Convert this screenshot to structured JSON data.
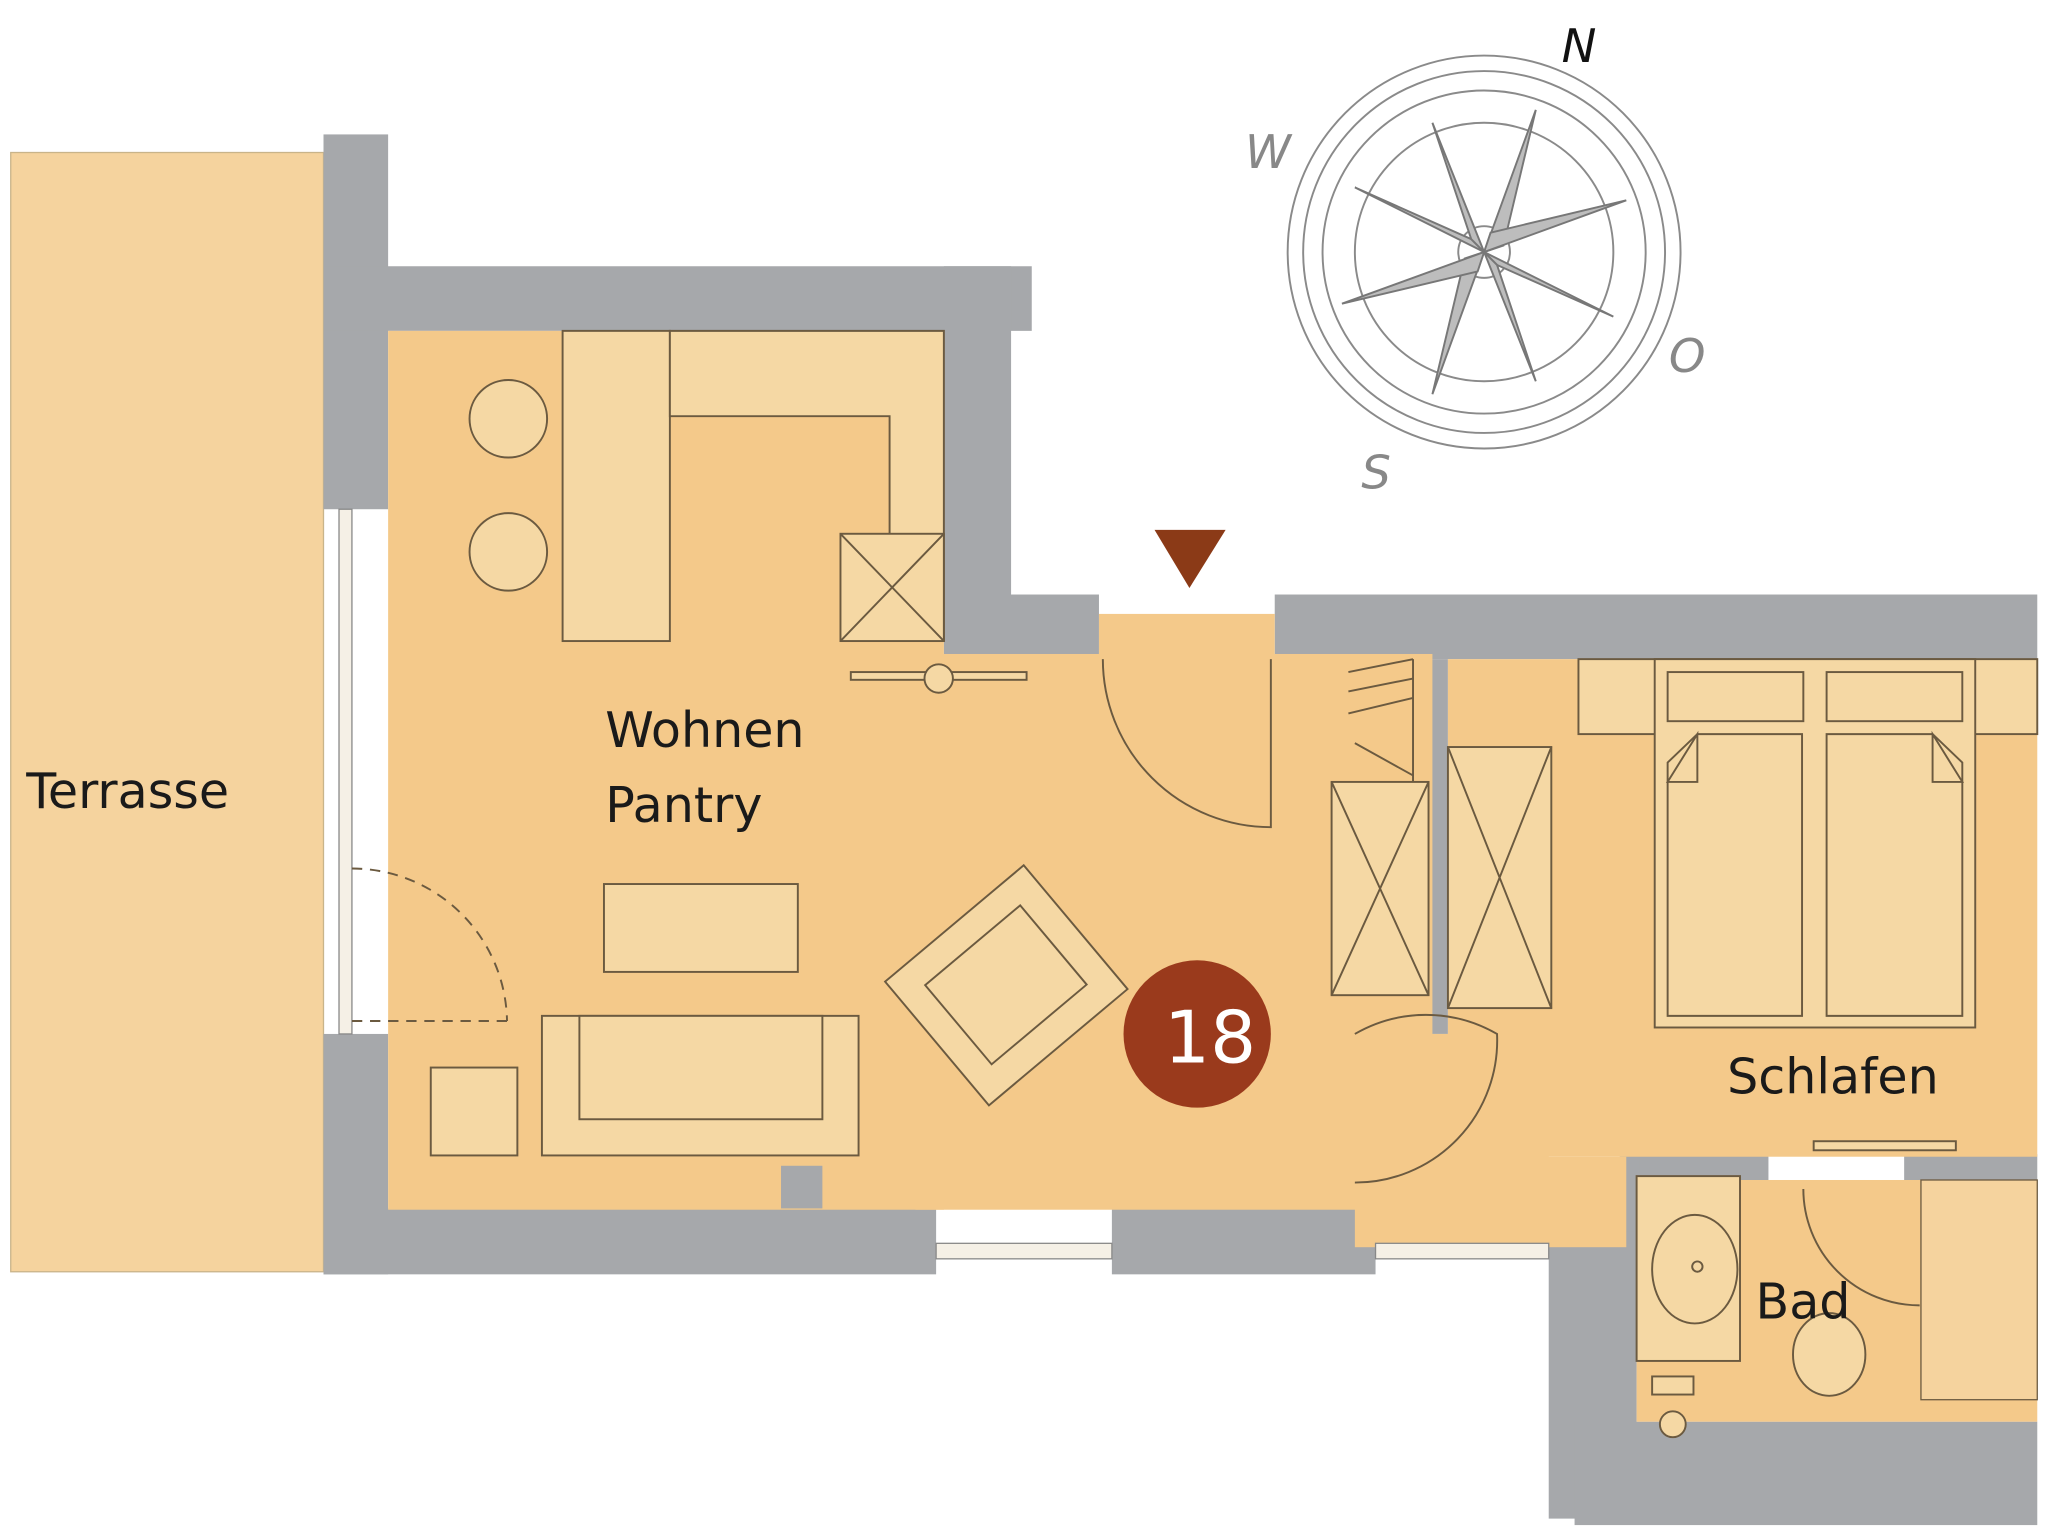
{
  "rooms": {
    "terrace": "Terrasse",
    "living_line1": "Wohnen",
    "living_line2": "Pantry",
    "bedroom": "Schlafen",
    "bathroom": "Bad"
  },
  "unit_number": "18",
  "compass": {
    "north": "N",
    "south": "S",
    "west": "W",
    "east": "O"
  },
  "colors": {
    "floor": "#f4c98a",
    "furniture": "#f5d8a4",
    "wall": "#a6a8ab",
    "badge": "#9a3a1c",
    "entrance_marker": "#8b3a17"
  }
}
